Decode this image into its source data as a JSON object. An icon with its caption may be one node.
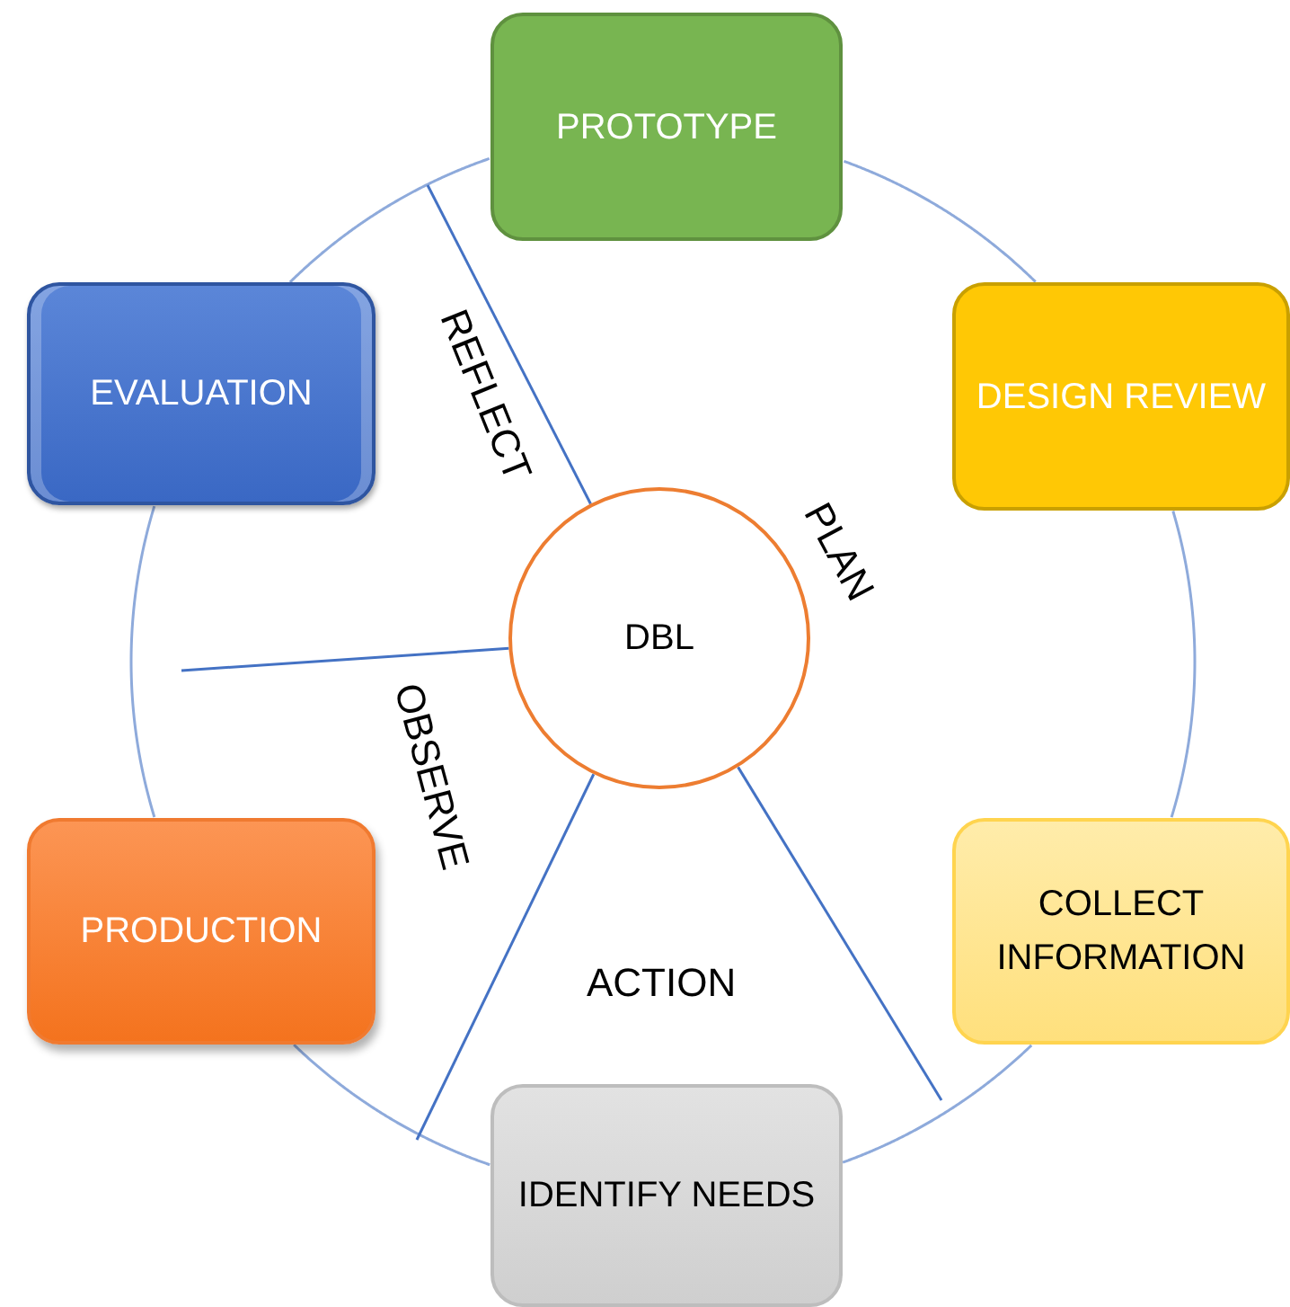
{
  "diagram": {
    "nodes": [
      {
        "text": [
          "PROTOTYPE"
        ]
      },
      {
        "text": [
          "DESIGN REVIEW"
        ]
      },
      {
        "text": [
          "EVALUATION"
        ]
      },
      {
        "text": [
          "DBL"
        ]
      },
      {
        "text": [
          "COLLECT INFORMATION"
        ]
      },
      {
        "text": [
          "PRODUCTION"
        ]
      },
      {
        "text": [
          "IDENTIFY NEEDS"
        ]
      }
    ],
    "edges": [
      {
        "from": 0,
        "to": 1,
        "arrow": "none"
      },
      {
        "from": 1,
        "to": 4,
        "arrow": "none"
      },
      {
        "from": 4,
        "to": 6,
        "arrow": "none"
      },
      {
        "from": 6,
        "to": 5,
        "arrow": "none"
      },
      {
        "from": 5,
        "to": 2,
        "arrow": "none"
      },
      {
        "from": 2,
        "to": 0,
        "arrow": "none"
      },
      {
        "from": 3,
        "to": null,
        "arrow": "none",
        "color": "#4472c4"
      },
      {
        "from": 3,
        "to": null,
        "arrow": "none",
        "color": "#4472c4"
      },
      {
        "from": 3,
        "to": null,
        "arrow": "none",
        "color": "#4472c4"
      },
      {
        "from": 3,
        "to": null,
        "arrow": "none",
        "color": "#4472c4"
      }
    ],
    "labels": [
      "REFLECT",
      "PLAN",
      "OBSERVE",
      "ACTION"
    ]
  }
}
